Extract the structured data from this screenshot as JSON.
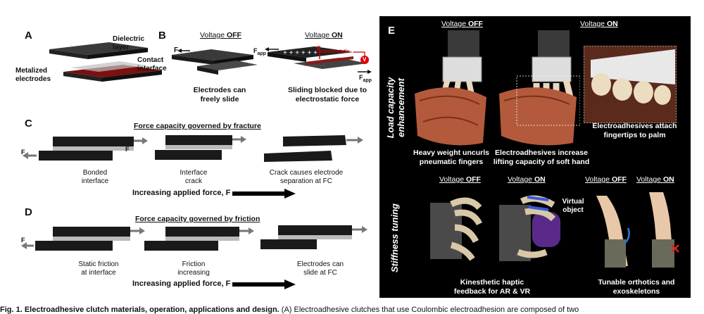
{
  "panelA": {
    "label": "A",
    "dielectric": "Dielectric\nlayer",
    "contact": "Contact\ninterface",
    "metalized": "Metalized\nelectrodes"
  },
  "panelB": {
    "label": "B",
    "off_pre": "Voltage ",
    "off_bold": "OFF",
    "on_pre": "Voltage ",
    "on_bold": "ON",
    "f": "F",
    "fapp": "F",
    "fapp_sub": "app",
    "felec": "F",
    "felec_sub": "electrostatic",
    "v": "V",
    "cap_left": "Electrodes can\nfreely slide",
    "cap_right": "Sliding blocked due to\nelectrostatic force"
  },
  "panelC": {
    "label": "C",
    "title": "Force capacity governed by fracture",
    "f": "F",
    "c1": "Bonded\ninterface",
    "c2": "Interface\ncrack",
    "c3": "Crack causes electrode\nseparation at FC",
    "arrow": "Increasing applied force, F"
  },
  "panelD": {
    "label": "D",
    "title": "Force capacity governed by friction",
    "f": "F",
    "c1": "Static friction\nat interface",
    "c2": "Friction\nincreasing",
    "c3": "Electrodes can\nslide at FC",
    "arrow": "Increasing applied force, F"
  },
  "panelE": {
    "label": "E",
    "side1": "Load capacity\nenhancement",
    "side2": "Stiffness tuning",
    "off_pre": "Voltage ",
    "off_bold": "OFF",
    "on_pre": "Voltage ",
    "on_bold": "ON",
    "cap1": "Heavy weight uncurls\npneumatic fingers",
    "cap2": "Electroadhesives increase\nlifting capacity of soft hand",
    "cap3": "Electroadhesives attach\nfingertips to palm",
    "virtual": "Virtual\nobject",
    "cap4": "Kinesthetic haptic\nfeedback for AR & VR",
    "cap5": "Tunable orthotics and\nexoskeletons"
  },
  "caption": {
    "bold": "Fig. 1. Electroadhesive clutch materials, operation, applications and design.",
    "text": " (A) Electroadhesive clutches that use Coulombic electroadhesion are composed of two"
  }
}
